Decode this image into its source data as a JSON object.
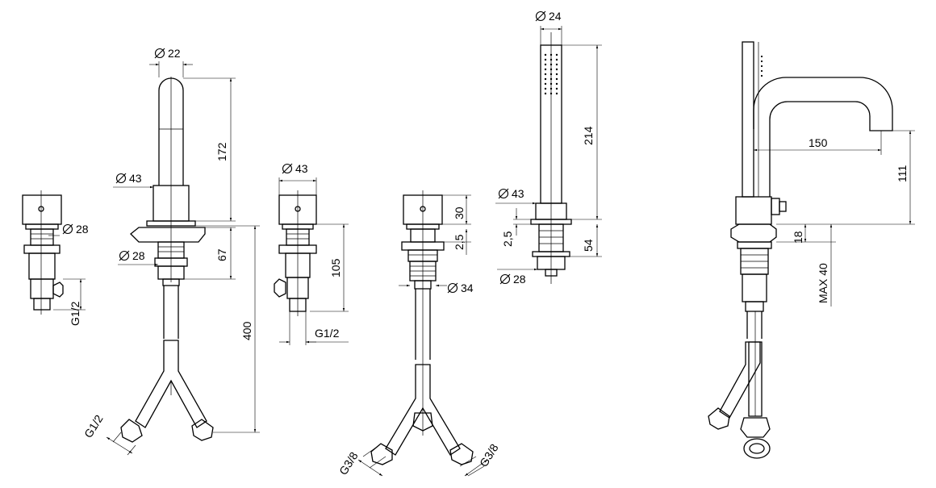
{
  "labels": {
    "d28_a": "28",
    "g12_a": "G1/2",
    "d22": "22",
    "d172": "172",
    "d43_a": "43",
    "d28_b": "28",
    "d67": "67",
    "d400": "400",
    "g12_b": "G1/2",
    "d43_b": "43",
    "d105": "105",
    "g12_c": "G1/2",
    "d30": "30",
    "d2_5_a": "2,5",
    "d34": "34",
    "g38_a": "G3/8",
    "g38_b": "G3/8",
    "d24": "24",
    "d214": "214",
    "d43_c": "43",
    "d2_5_b": "2,5",
    "d54": "54",
    "d28_c": "28",
    "d150": "150",
    "d111": "111",
    "d18": "18",
    "max40": "MAX 40"
  }
}
